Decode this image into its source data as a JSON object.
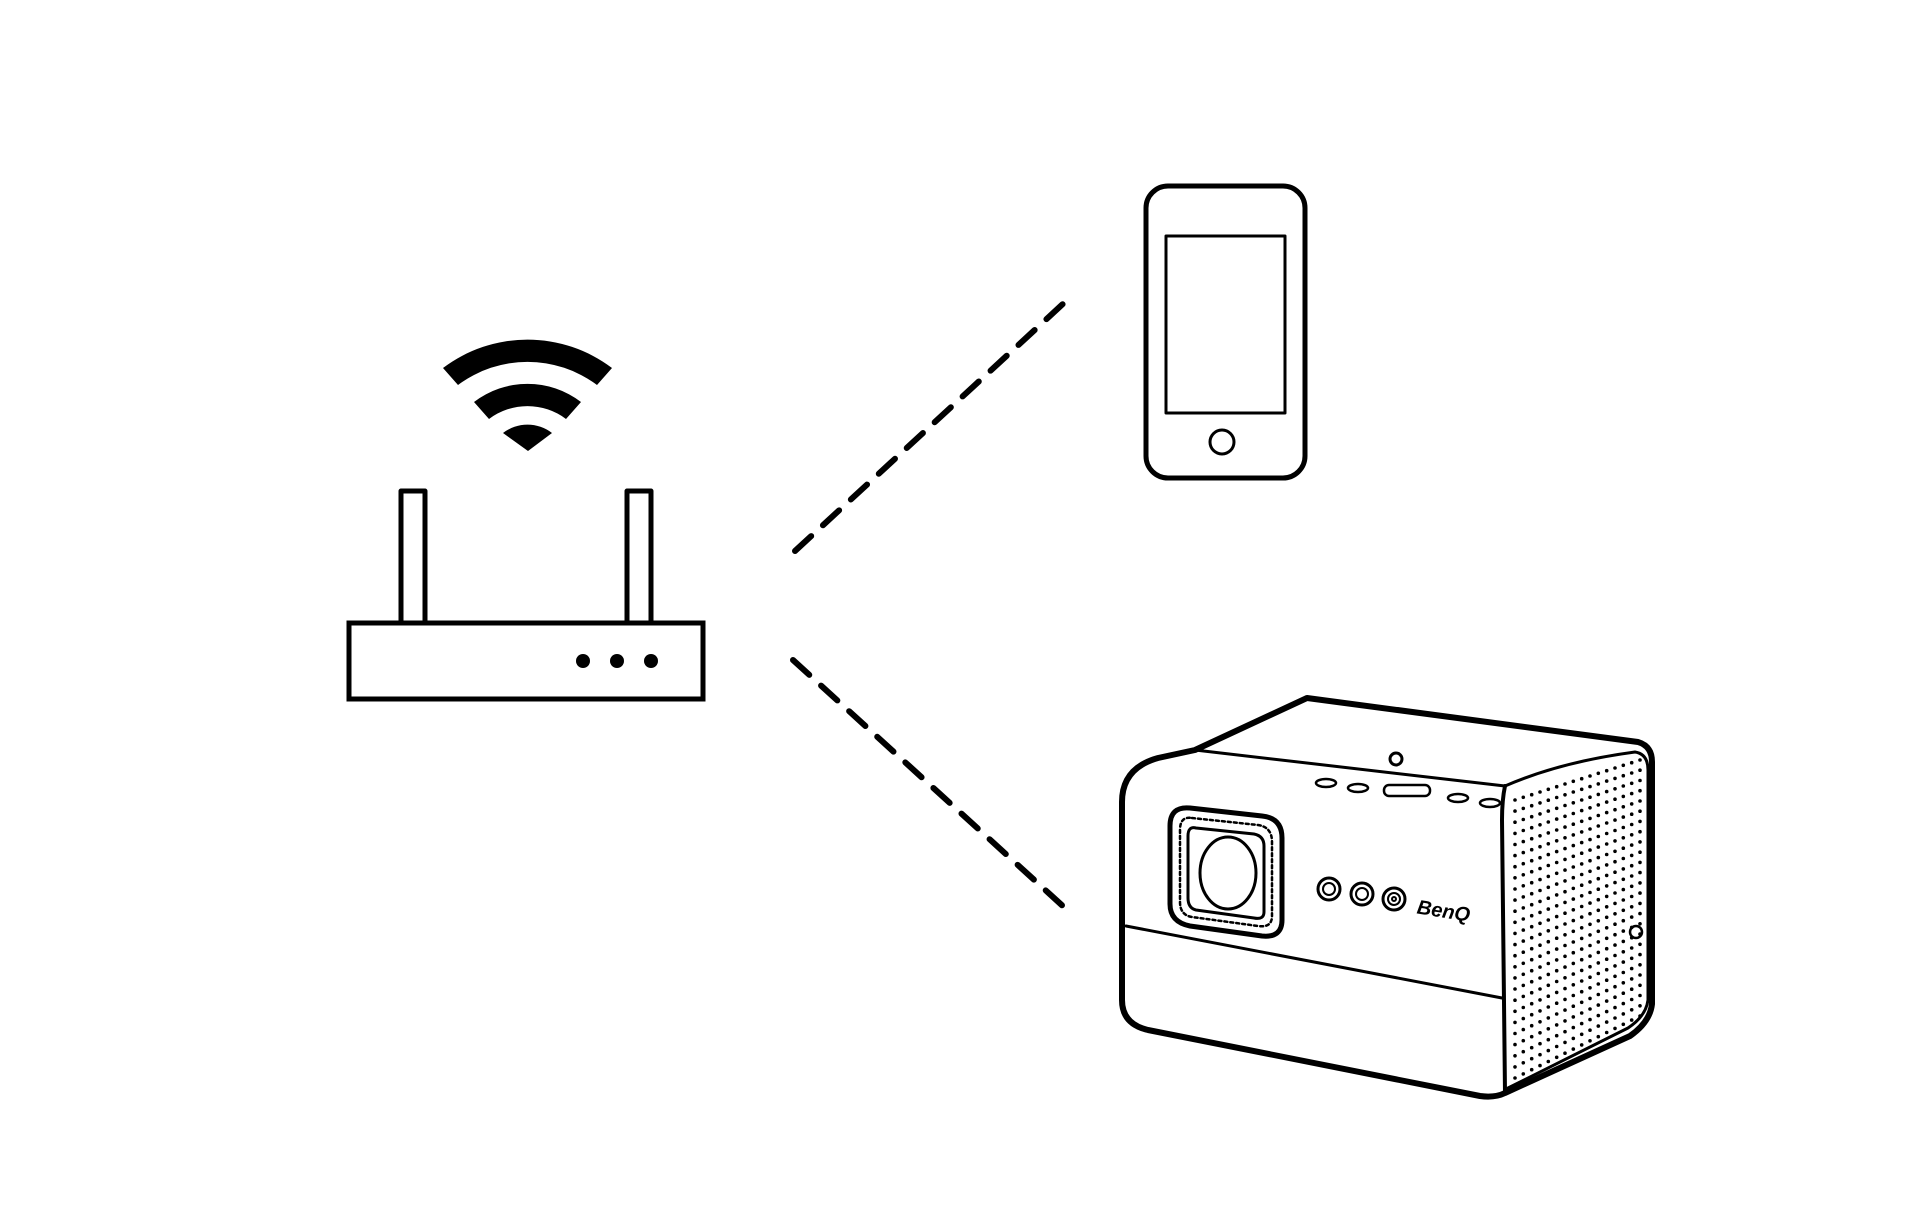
{
  "diagram": {
    "colors": {
      "line": "#000000",
      "background": "#ffffff"
    },
    "nodes": [
      {
        "id": "router",
        "icon": "wifi-router-icon"
      },
      {
        "id": "phone",
        "icon": "smartphone-icon"
      },
      {
        "id": "projector",
        "icon": "projector-icon"
      }
    ],
    "edges": [
      {
        "from": "router",
        "to": "phone",
        "style": "dashed"
      },
      {
        "from": "router",
        "to": "projector",
        "style": "dashed"
      }
    ]
  },
  "projector": {
    "brand": "BenQ"
  }
}
